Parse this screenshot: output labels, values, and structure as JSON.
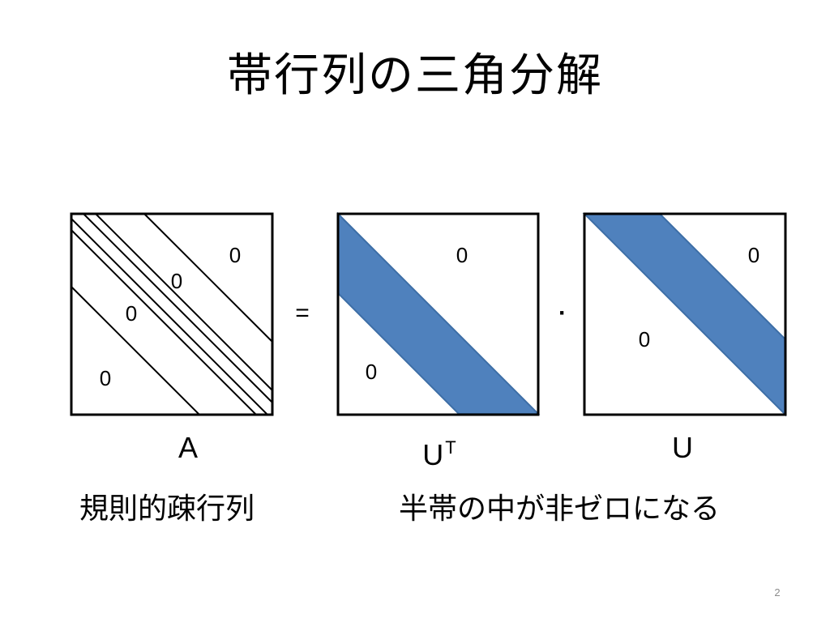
{
  "slide": {
    "title": "帯行列の三角分解",
    "page_number": "2"
  },
  "operators": {
    "equals": "=",
    "dot": "·"
  },
  "matrices": {
    "a": {
      "label": "A",
      "zeros": [
        "0",
        "0",
        "0",
        "0"
      ]
    },
    "ut": {
      "label": "U",
      "superscript": "T",
      "zeros": [
        "0",
        "0"
      ]
    },
    "u": {
      "label": "U",
      "zeros": [
        "0",
        "0"
      ]
    }
  },
  "captions": {
    "left": "規則的疎行列",
    "right": "半帯の中が非ゼロになる"
  },
  "colors": {
    "band_fill": "#4f81bd",
    "band_stroke": "#3d6ea6",
    "frame": "#000000"
  }
}
